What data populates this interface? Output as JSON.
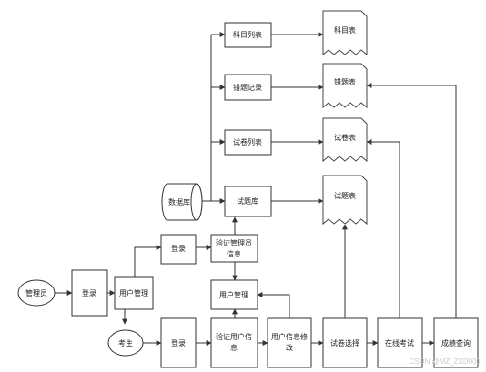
{
  "nodes": {
    "admin": "管理员",
    "examinee": "考生",
    "login_top": "登录",
    "login_left": "登录",
    "login_bottom": "登录",
    "user_mgmt_left": "用户管理",
    "user_mgmt_center": "用户管理",
    "verify_admin_line1": "验证管理员",
    "verify_admin_line2": "信息",
    "verify_user_line1": "验证用户信",
    "verify_user_line2": "息",
    "user_info_edit_line1": "用户信息修",
    "user_info_edit_line2": "改",
    "exam_select": "试卷选择",
    "online_exam": "在线考试",
    "score_query": "成绩查询",
    "database": "数据库",
    "subject_list": "科目列表",
    "wrong_record": "错题记录",
    "paper_list": "试卷列表",
    "question_bank": "试题库",
    "doc_subject_table": "科目表",
    "doc_wrong_table": "错题表",
    "doc_paper_table": "试卷表",
    "doc_question_table": "试题表"
  },
  "watermark": "CSDN @MZ_ZXD001",
  "colors": {
    "stroke": "#333333",
    "fill": "#ffffff",
    "text": "#222222",
    "watermark": "#c8c8c8"
  }
}
